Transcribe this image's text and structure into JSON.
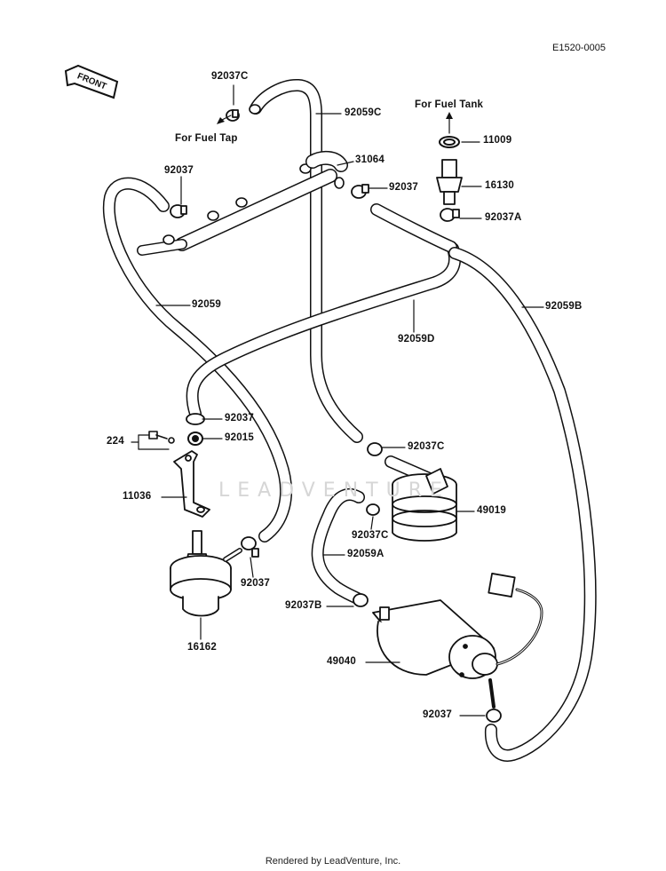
{
  "diagram": {
    "code": "E1520-0005",
    "front_label": "FRONT",
    "watermark": "LEADVENTURE",
    "footer": "Rendered by LeadVenture, Inc.",
    "notes": {
      "fuel_tap": "For Fuel Tap",
      "fuel_tank": "For Fuel Tank"
    },
    "parts": {
      "p92037C_top": "92037C",
      "p92059C": "92059C",
      "p31064": "31064",
      "p92037_mid": "92037",
      "p92037_left": "92037",
      "p11009": "11009",
      "p16130": "16130",
      "p92037A": "92037A",
      "p92059": "92059",
      "p92059B": "92059B",
      "p92059D": "92059D",
      "p92037_reg": "92037",
      "p92015": "92015",
      "p224": "224",
      "p92037C_filter": "92037C",
      "p11036": "11036",
      "p49019": "49019",
      "p92037C_low": "92037C",
      "p92059A": "92059A",
      "p92037_regout": "92037",
      "p92037B": "92037B",
      "p16162": "16162",
      "p49040": "49040",
      "p92037_pump": "92037"
    }
  }
}
